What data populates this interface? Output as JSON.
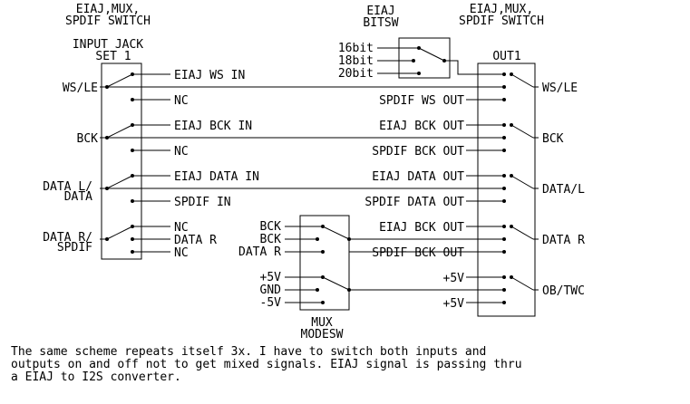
{
  "headers": {
    "left_switch": [
      "EIAJ,MUX,",
      "SPDIF SWITCH"
    ],
    "bitsw": [
      "EIAJ",
      "BITSW"
    ],
    "right_switch": [
      "EIAJ,MUX,",
      "SPDIF SWITCH"
    ],
    "input_jack": [
      "INPUT JACK",
      "SET 1"
    ],
    "out1": "OUT1",
    "modesw": [
      "MUX",
      "MODESW"
    ]
  },
  "left_labels": {
    "ws": "WS/LE",
    "bck": "BCK",
    "data_l": [
      "DATA L/",
      "DATA"
    ],
    "data_r": [
      "DATA R/",
      "SPDIF"
    ]
  },
  "input_labels": {
    "eiaj_ws_in": "EIAJ WS IN",
    "nc1": "NC",
    "eiaj_bck_in": "EIAJ BCK IN",
    "nc2": "NC",
    "eiaj_data_in": "EIAJ DATA IN",
    "spdif_in": "SPDIF IN",
    "nc3": "NC",
    "data_r": "DATA R",
    "nc4": "NC"
  },
  "bitsw_labels": [
    "16bit",
    "18bit",
    "20bit"
  ],
  "modesw_labels": {
    "top": [
      "BCK",
      "BCK",
      "DATA R"
    ],
    "bottom": [
      "+5V",
      "GND",
      "-5V"
    ]
  },
  "out_inner_labels": {
    "spdif_ws_out": "SPDIF WS OUT",
    "eiaj_bck_out": "EIAJ BCK OUT",
    "spdif_bck_out": "SPDIF BCK OUT",
    "eiaj_data_out": "EIAJ DATA OUT",
    "spdif_data_out": "SPDIF DATA OUT",
    "eiaj_bck_out_2": "EIAJ BCK OUT",
    "spdif_bck_out_2": "SPDIF BCK OUT",
    "plus5v_1": "+5V",
    "plus5v_2": "+5V"
  },
  "out_right_labels": {
    "ws_le": "WS/LE",
    "bck": "BCK",
    "data_l": "DATA/L",
    "data_r": "DATA R",
    "ob_twc": "OB/TWC"
  },
  "caption": "The same scheme repeats itself 3x. I have to switch both inputs and\noutputs on and off not to get mixed signals. EIAJ signal is passing thru\na EIAJ to I2S converter."
}
